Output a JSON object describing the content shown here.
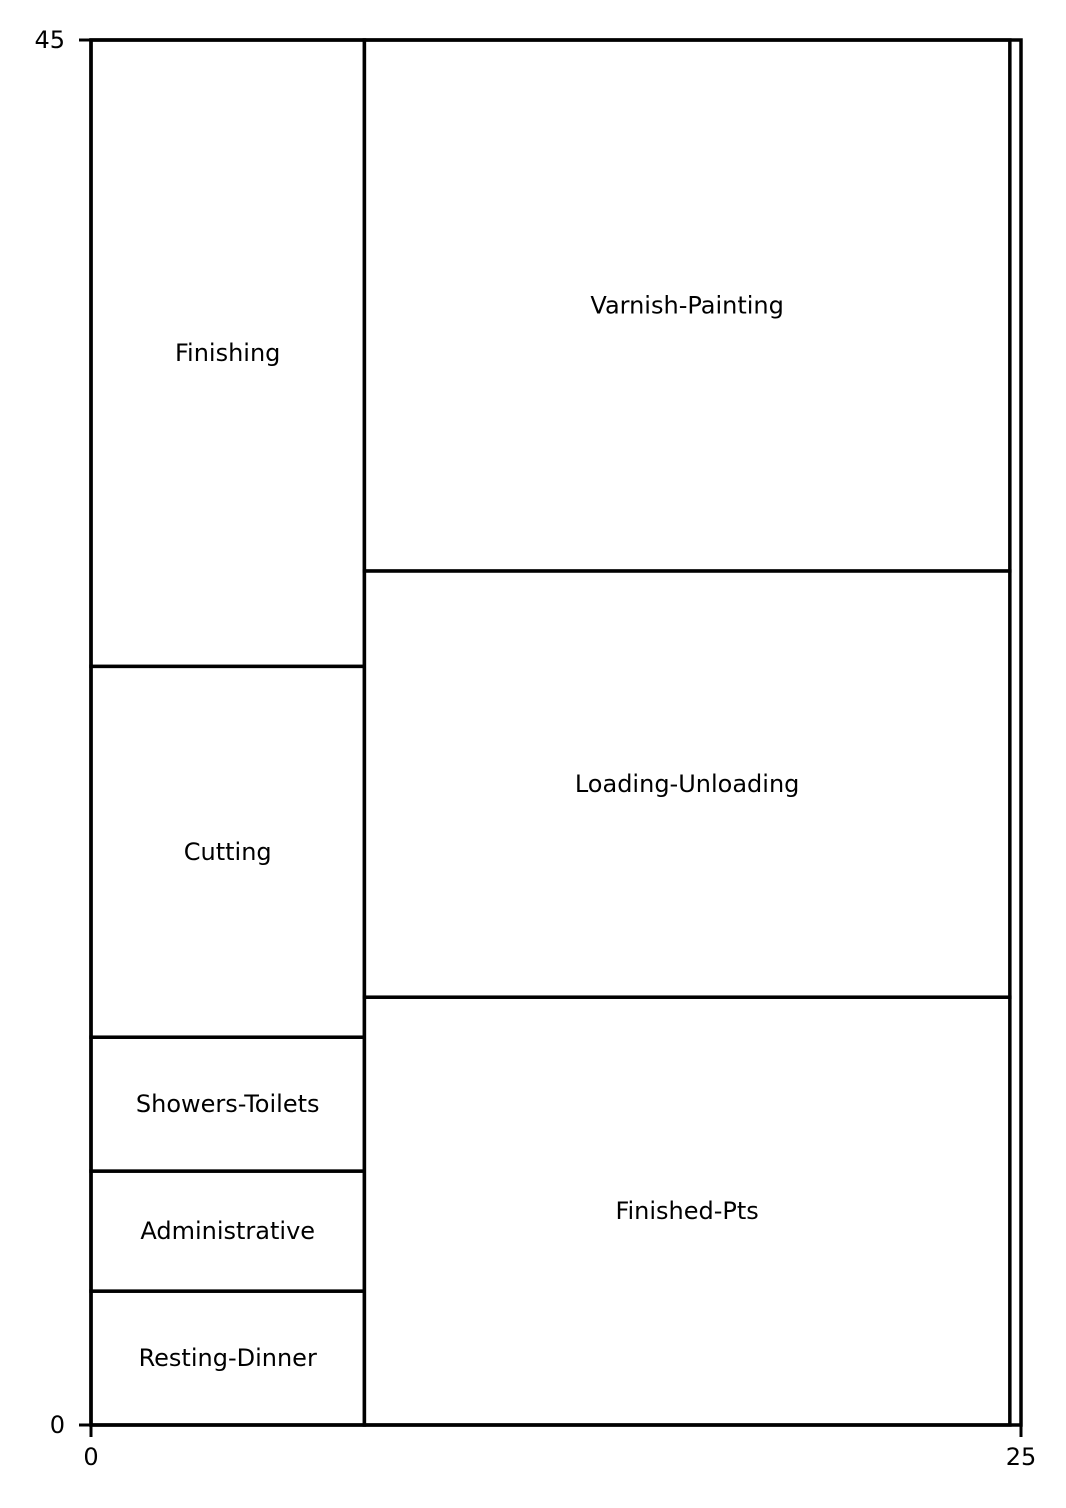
{
  "chart_data": {
    "type": "floor-plan-layout",
    "xlim": [
      0,
      25
    ],
    "ylim": [
      0,
      45
    ],
    "x_ticks": [
      "0",
      "25"
    ],
    "y_ticks": [
      "0",
      "45"
    ],
    "frame": {
      "x0": 0,
      "y0": 0,
      "x1": 25,
      "y1": 45
    },
    "departments": [
      {
        "name": "Resting-Dinner",
        "x0": 0,
        "x1": 7.35,
        "y0": 0,
        "y1": 4.35
      },
      {
        "name": "Administrative",
        "x0": 0,
        "x1": 7.35,
        "y0": 4.35,
        "y1": 8.25
      },
      {
        "name": "Showers-Toilets",
        "x0": 0,
        "x1": 7.35,
        "y0": 8.25,
        "y1": 12.6
      },
      {
        "name": "Cutting",
        "x0": 0,
        "x1": 7.35,
        "y0": 12.6,
        "y1": 24.65
      },
      {
        "name": "Finishing",
        "x0": 0,
        "x1": 7.35,
        "y0": 24.65,
        "y1": 45
      },
      {
        "name": "Finished-Pts",
        "x0": 7.35,
        "x1": 24.7,
        "y0": 0,
        "y1": 13.9
      },
      {
        "name": "Loading-Unloading",
        "x0": 7.35,
        "x1": 24.7,
        "y0": 13.9,
        "y1": 27.75
      },
      {
        "name": "Varnish-Painting",
        "x0": 7.35,
        "x1": 24.7,
        "y0": 27.75,
        "y1": 45
      }
    ]
  }
}
